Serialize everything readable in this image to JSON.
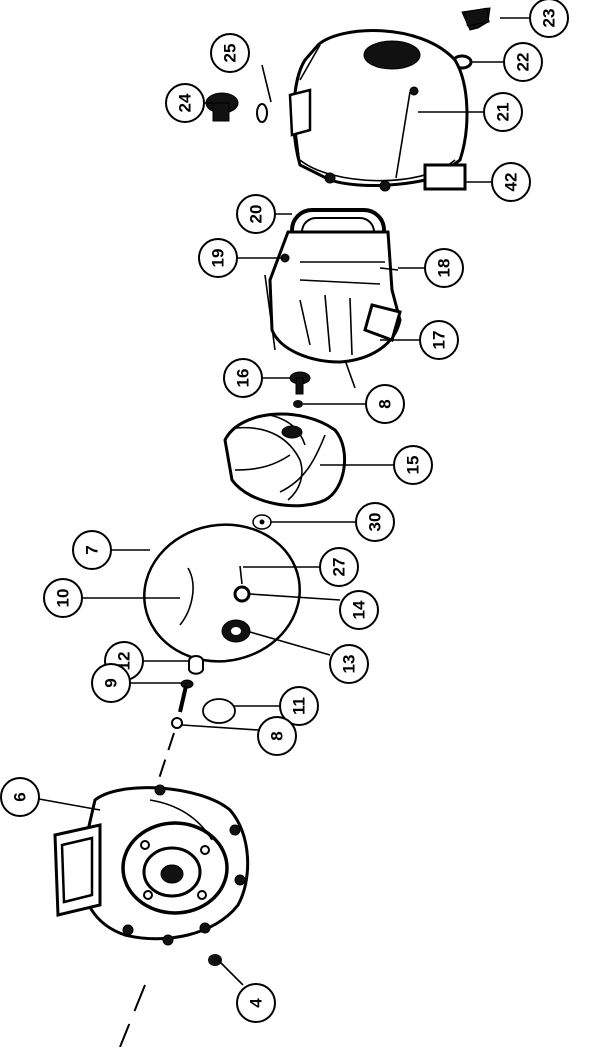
{
  "diagram": {
    "callouts": [
      {
        "id": "23",
        "text": "23"
      },
      {
        "id": "25",
        "text": "25"
      },
      {
        "id": "22",
        "text": "22"
      },
      {
        "id": "24",
        "text": "24"
      },
      {
        "id": "21",
        "text": "21"
      },
      {
        "id": "42",
        "text": "42"
      },
      {
        "id": "20",
        "text": "20"
      },
      {
        "id": "19",
        "text": "19"
      },
      {
        "id": "18",
        "text": "18"
      },
      {
        "id": "17",
        "text": "17"
      },
      {
        "id": "16",
        "text": "16"
      },
      {
        "id": "8a",
        "text": "8"
      },
      {
        "id": "15",
        "text": "15"
      },
      {
        "id": "30",
        "text": "30"
      },
      {
        "id": "7",
        "text": "7"
      },
      {
        "id": "27",
        "text": "27"
      },
      {
        "id": "10",
        "text": "10"
      },
      {
        "id": "14",
        "text": "14"
      },
      {
        "id": "12",
        "text": "12"
      },
      {
        "id": "13",
        "text": "13"
      },
      {
        "id": "9",
        "text": "9"
      },
      {
        "id": "11",
        "text": "11"
      },
      {
        "id": "8b",
        "text": "8"
      },
      {
        "id": "6",
        "text": "6"
      },
      {
        "id": "4",
        "text": "4"
      }
    ]
  }
}
